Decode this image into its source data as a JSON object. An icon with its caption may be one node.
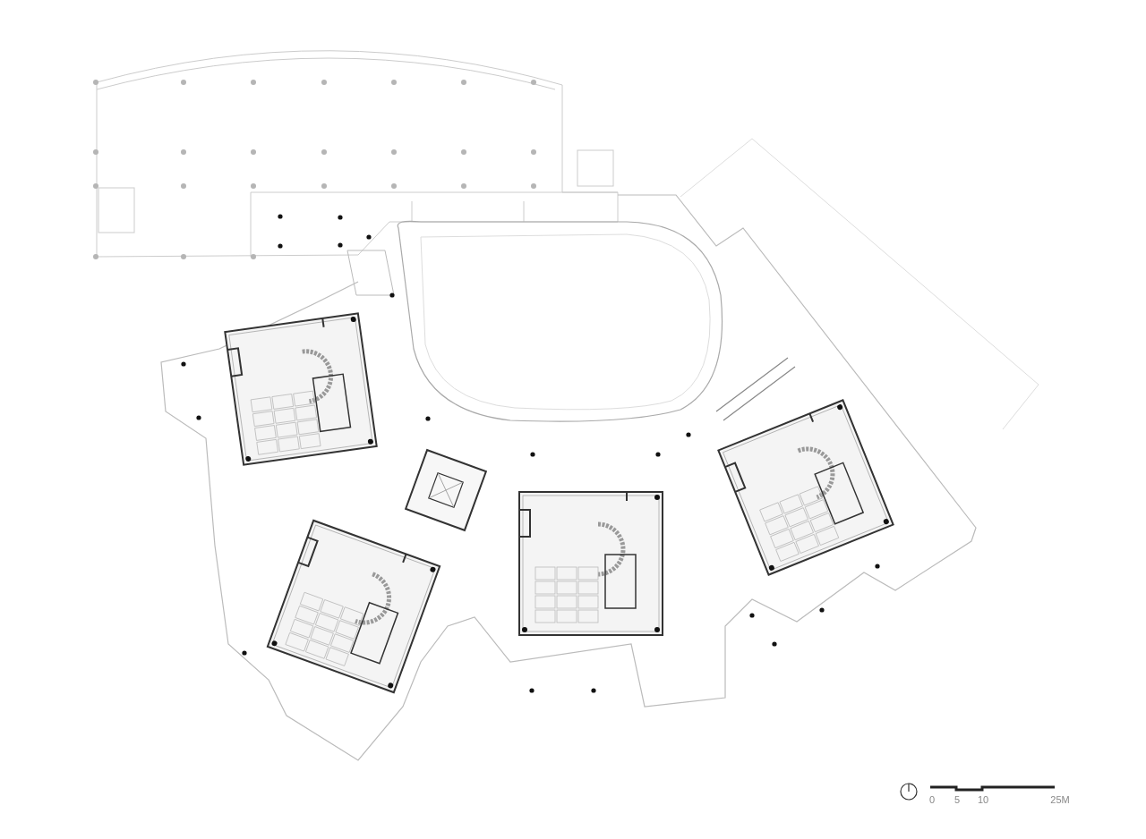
{
  "diagram": {
    "labels": [
      "0",
      "5",
      "10",
      "25M"
    ]
  }
}
